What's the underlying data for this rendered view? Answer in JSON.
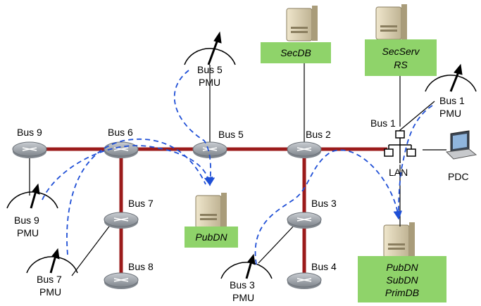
{
  "colors": {
    "bus_line": "#9b1b1b",
    "data_flow": "#1f4fd6",
    "server_label_bg": "#8fd36a",
    "router_body": "#a7acb2",
    "server_body": "#d8ccb0"
  },
  "icons": {
    "router": "router-icon",
    "server": "server-icon",
    "laptop": "laptop-icon",
    "lan_switch": "lan-switch-icon",
    "pmu_meter": "pmu-gauge-icon"
  },
  "buses": {
    "bus1": "Bus 1",
    "bus2": "Bus 2",
    "bus3": "Bus 3",
    "bus4": "Bus 4",
    "bus5": "Bus 5",
    "bus6": "Bus 6",
    "bus7": "Bus 7",
    "bus8": "Bus 8",
    "bus9": "Bus 9"
  },
  "pmus": {
    "bus1_line1": "Bus 1",
    "bus1_line2": "PMU",
    "bus3_line1": "Bus 3",
    "bus3_line2": "PMU",
    "bus5_line1": "Bus 5",
    "bus5_line2": "PMU",
    "bus7_line1": "Bus 7",
    "bus7_line2": "PMU",
    "bus9_line1": "Bus 9",
    "bus9_line2": "PMU"
  },
  "servers": {
    "secdb": "SecDB",
    "secserv_line1": "SecServ",
    "secserv_line2": "RS",
    "pubdn": "PubDN",
    "main_line1": "PubDN",
    "main_line2": "SubDN",
    "main_line3": "PrimDB"
  },
  "lan": "LAN",
  "pdc": "PDC"
}
